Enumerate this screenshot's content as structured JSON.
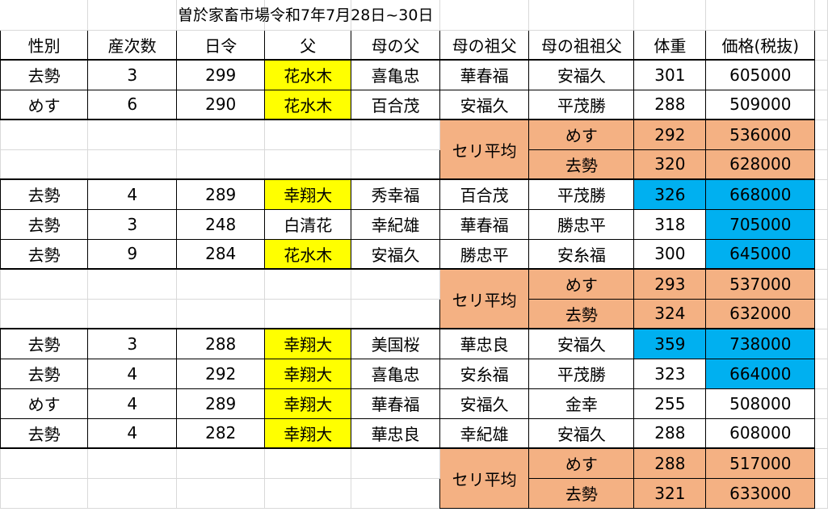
{
  "title": "曽於家畜市場令和7年7月28日~30日",
  "headers": [
    "性別",
    "産次数",
    "日令",
    "父",
    "母の父",
    "母の祖父",
    "母の祖祖父",
    "体重",
    "価格(税抜)"
  ],
  "groups": [
    {
      "rows": [
        [
          "去勢",
          "3",
          "299",
          "花水木",
          "喜亀忠",
          "華春福",
          "安福久",
          "301",
          "605000"
        ],
        [
          "めす",
          "6",
          "290",
          "花水木",
          "百合茂",
          "安福久",
          "平茂勝",
          "288",
          "509000"
        ]
      ],
      "average_label": "セリ平均",
      "averages": [
        {
          "sex": "めす",
          "weight": "292",
          "price": "536000"
        },
        {
          "sex": "去勢",
          "weight": "320",
          "price": "628000"
        }
      ]
    },
    {
      "rows": [
        [
          "去勢",
          "4",
          "289",
          "幸翔大",
          "秀幸福",
          "百合茂",
          "平茂勝",
          "326",
          "668000"
        ],
        [
          "去勢",
          "3",
          "248",
          "白清花",
          "幸紀雄",
          "華春福",
          "勝忠平",
          "318",
          "705000"
        ],
        [
          "去勢",
          "9",
          "284",
          "花水木",
          "安福久",
          "勝忠平",
          "安糸福",
          "300",
          "645000"
        ]
      ],
      "average_label": "セリ平均",
      "averages": [
        {
          "sex": "めす",
          "weight": "293",
          "price": "537000"
        },
        {
          "sex": "去勢",
          "weight": "324",
          "price": "632000"
        }
      ]
    },
    {
      "rows": [
        [
          "去勢",
          "3",
          "288",
          "幸翔大",
          "美国桜",
          "華忠良",
          "安福久",
          "359",
          "738000"
        ],
        [
          "去勢",
          "4",
          "292",
          "幸翔大",
          "喜亀忠",
          "安糸福",
          "平茂勝",
          "323",
          "664000"
        ],
        [
          "めす",
          "4",
          "289",
          "幸翔大",
          "華春福",
          "安福久",
          "金幸",
          "255",
          "508000"
        ],
        [
          "去勢",
          "4",
          "282",
          "幸翔大",
          "華忠良",
          "幸紀雄",
          "安福久",
          "288",
          "608000"
        ]
      ],
      "average_label": "セリ平均",
      "averages": [
        {
          "sex": "めす",
          "weight": "288",
          "price": "517000"
        },
        {
          "sex": "去勢",
          "weight": "321",
          "price": "633000"
        }
      ]
    }
  ],
  "colors": {
    "sire_highlight": "#ffff00",
    "average_fill": "#f4b183",
    "top_value_fill": "#00b0f0"
  },
  "highlights": {
    "sire_yellow": [
      "花水木",
      "幸翔大"
    ],
    "blue_cells": [
      {
        "group": 1,
        "row": 0,
        "cols": [
          "weight",
          "price"
        ]
      },
      {
        "group": 1,
        "row": 1,
        "cols": [
          "price"
        ]
      },
      {
        "group": 1,
        "row": 2,
        "cols": [
          "price"
        ]
      },
      {
        "group": 2,
        "row": 0,
        "cols": [
          "weight",
          "price"
        ]
      },
      {
        "group": 2,
        "row": 1,
        "cols": [
          "price"
        ]
      }
    ]
  }
}
